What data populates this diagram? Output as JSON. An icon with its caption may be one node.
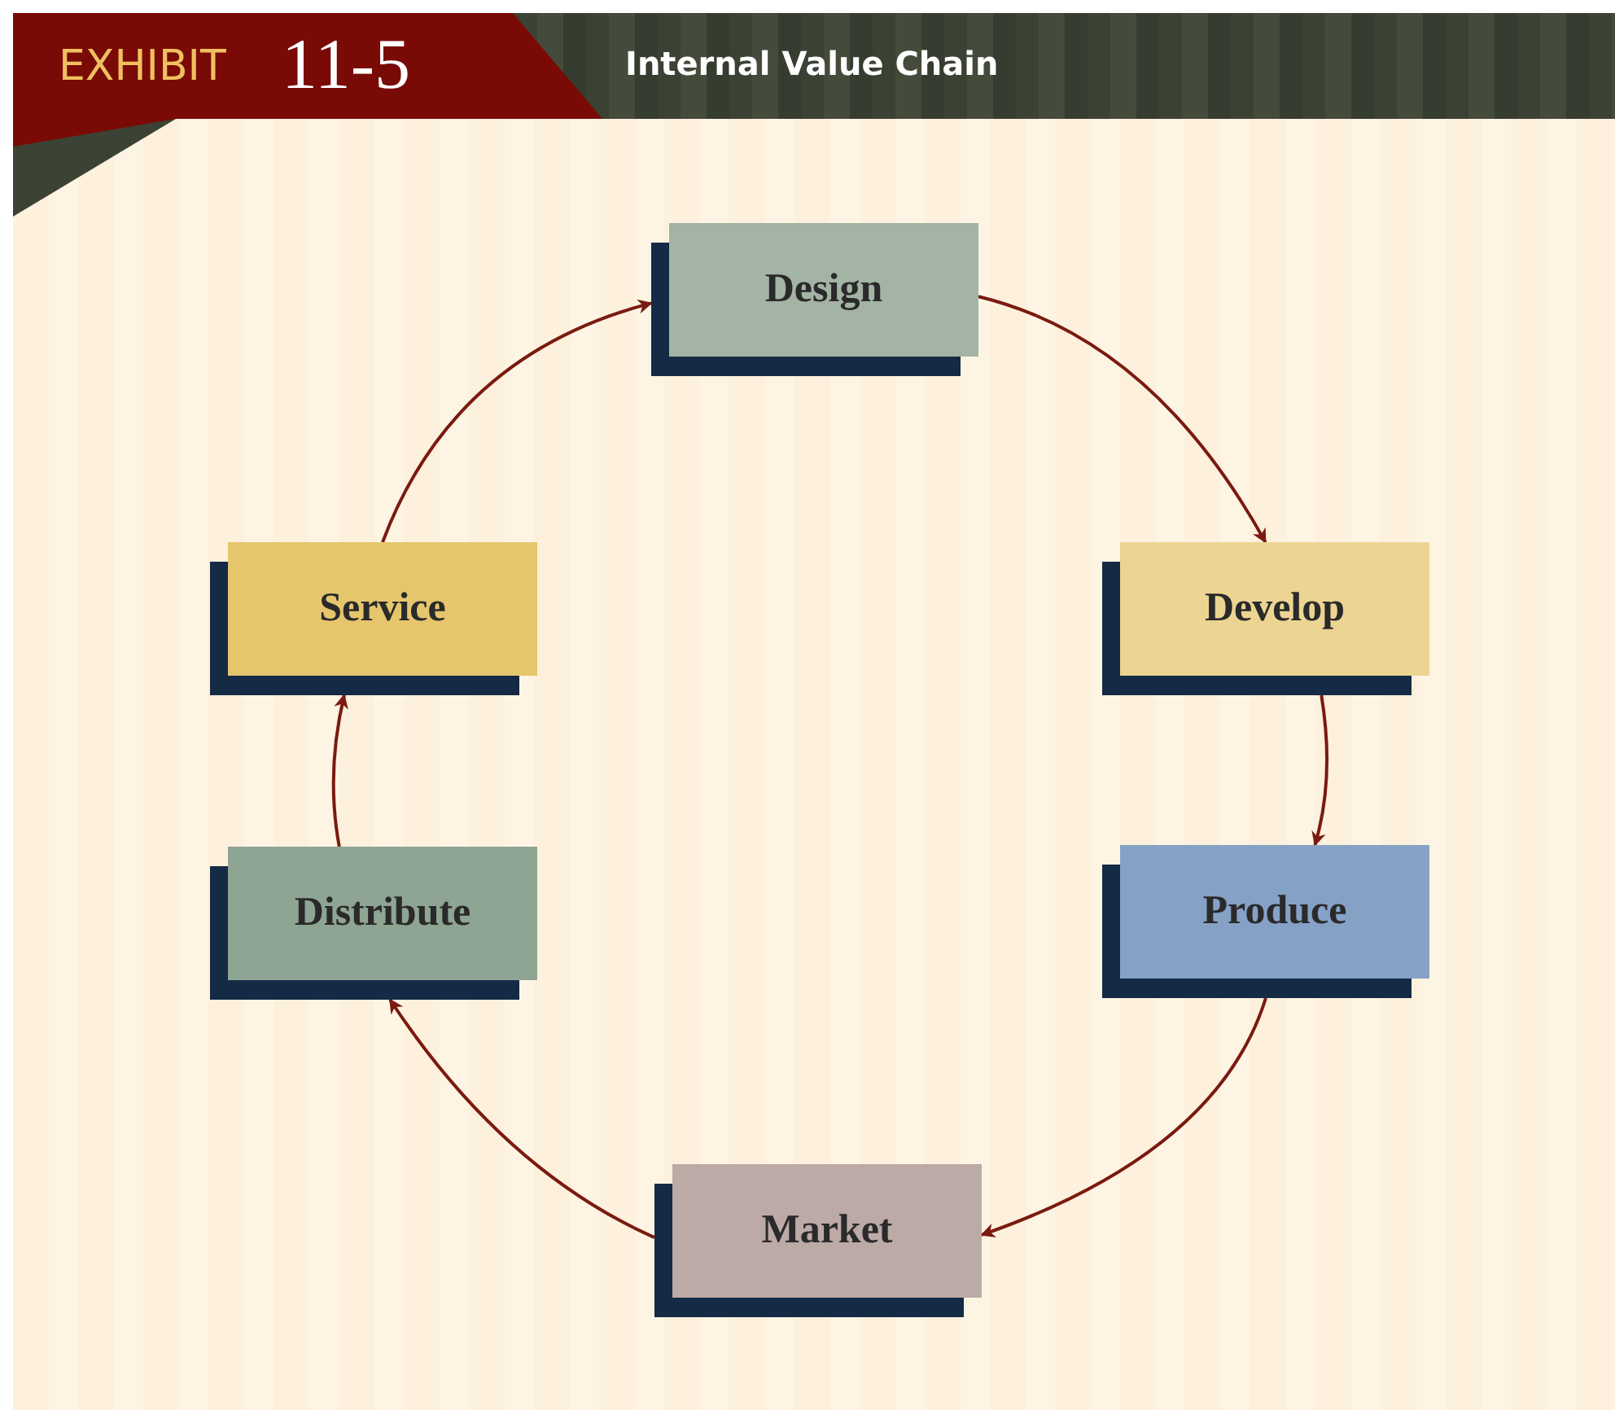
{
  "diagram": {
    "title": "Internal Value Chain",
    "nodes": [
      {
        "text": [
          "Design"
        ]
      },
      {
        "text": [
          "Develop"
        ]
      },
      {
        "text": [
          "Produce"
        ]
      },
      {
        "text": [
          "Market"
        ]
      },
      {
        "text": [
          "Distribute"
        ]
      },
      {
        "text": [
          "Service"
        ]
      }
    ],
    "edges": [
      {
        "from": 0,
        "to": 1,
        "arrow": "to"
      },
      {
        "from": 1,
        "to": 2,
        "arrow": "to"
      },
      {
        "from": 2,
        "to": 3,
        "arrow": "to"
      },
      {
        "from": 3,
        "to": 4,
        "arrow": "to"
      },
      {
        "from": 4,
        "to": 5,
        "arrow": "to"
      },
      {
        "from": 5,
        "to": 0,
        "arrow": "to"
      }
    ],
    "labels": [
      "EXHIBIT",
      "11-5"
    ]
  }
}
